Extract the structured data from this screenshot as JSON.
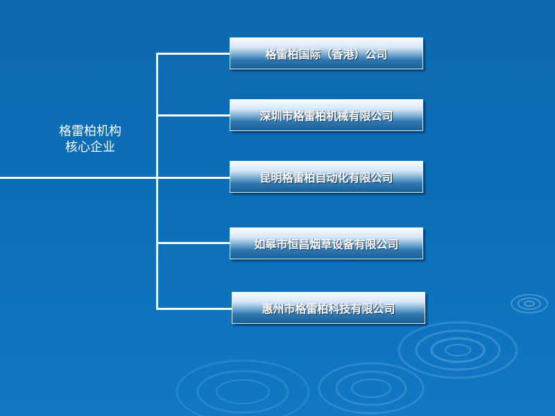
{
  "root": {
    "line1": "格雷柏机构",
    "line2": "核心企业"
  },
  "companies": [
    "格雷柏国际（香港）公司",
    "深圳市格雷柏机械有限公司",
    "昆明格雷柏自动化有限公司",
    "如皋市恒昌烟草设备有限公司",
    "惠州市格雷柏科技有限公司"
  ],
  "colors": {
    "background": "#0c6eb8",
    "connector": "#ffffff",
    "text": "#ffffff"
  }
}
